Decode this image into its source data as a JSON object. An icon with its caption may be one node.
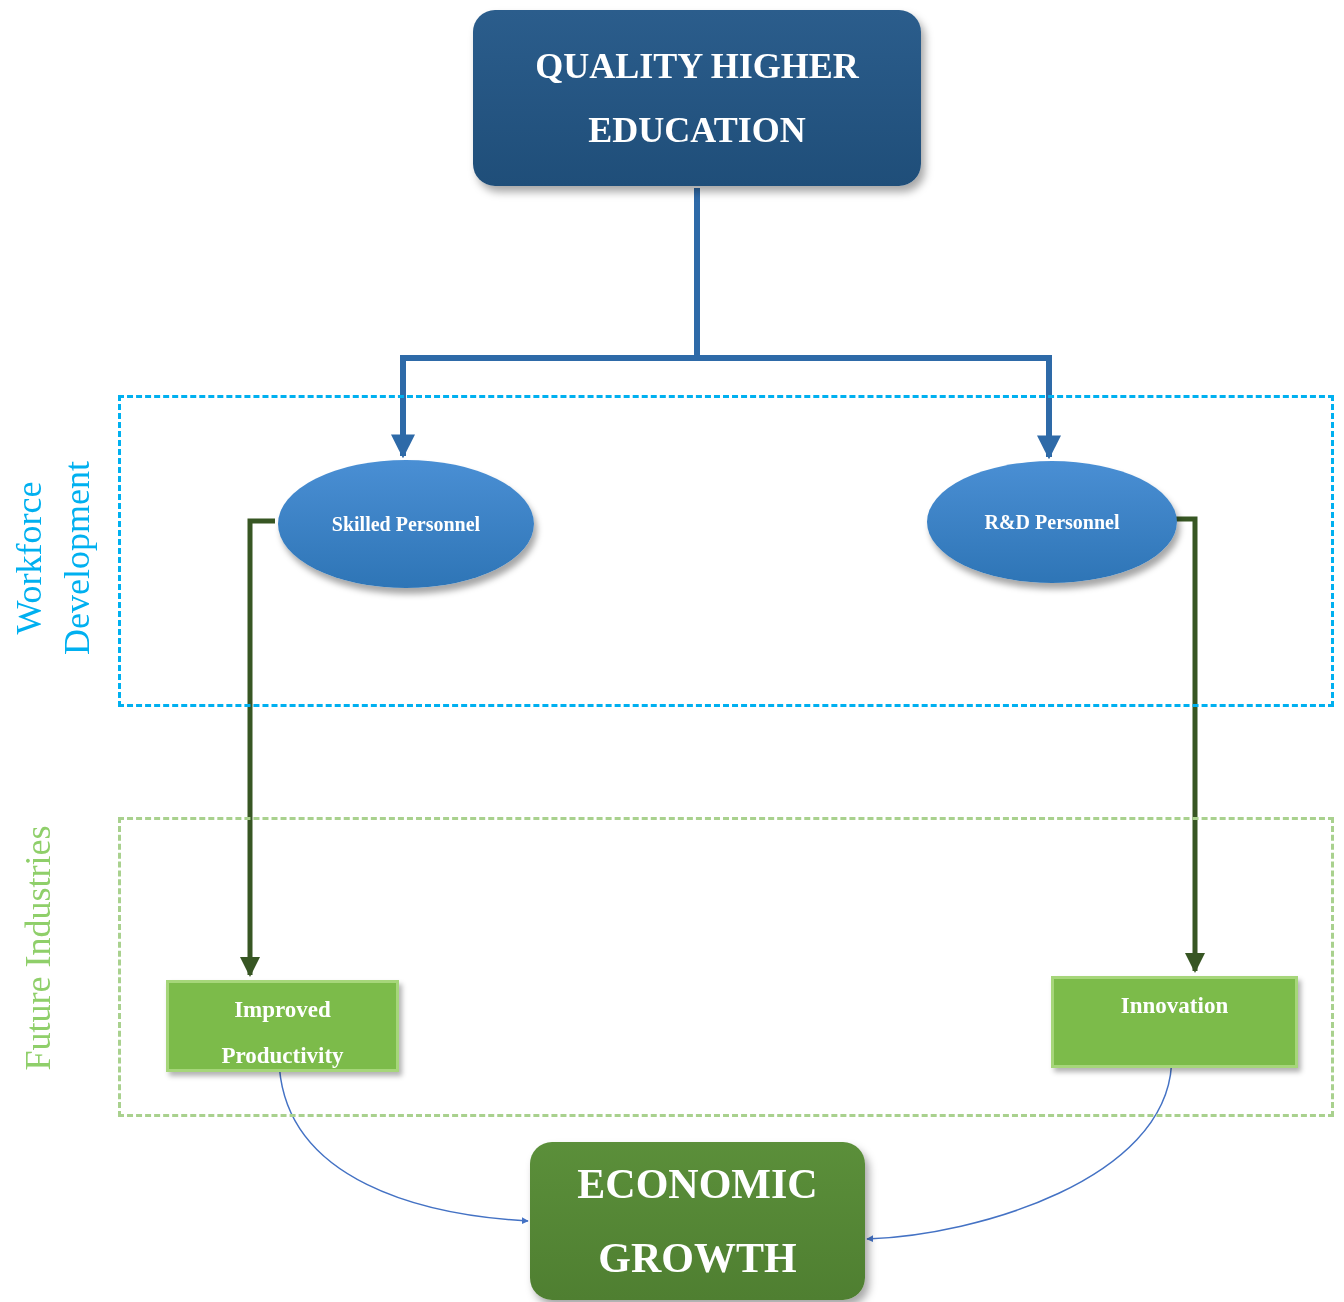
{
  "diagram": {
    "nodes": [
      {
        "text": [
          "QUALITY HIGHER EDUCATION"
        ]
      },
      {
        "text": [
          "Workforce Development"
        ]
      },
      {
        "text": [
          "Skilled Personnel"
        ],
        "in": 1
      },
      {
        "text": [
          "R&D Personnel"
        ],
        "in": 1
      },
      {
        "text": [
          "Future Industries"
        ]
      },
      {
        "text": [
          "Improved Productivity"
        ],
        "in": 4
      },
      {
        "text": [
          "Innovation"
        ],
        "in": 4
      },
      {
        "text": [
          "ECONOMIC GROWTH"
        ]
      }
    ],
    "edges": [
      {
        "from": 0,
        "to": 2,
        "arrow": "to",
        "color": "#2e6aa8"
      },
      {
        "from": 0,
        "to": 3,
        "arrow": "to",
        "color": "#2e6aa8"
      },
      {
        "from": 2,
        "to": 5,
        "arrow": "to",
        "color": "#375623"
      },
      {
        "from": 3,
        "to": 6,
        "arrow": "to",
        "color": "#375623"
      },
      {
        "from": 5,
        "to": 7,
        "arrow": "to",
        "color": "#4472c4"
      },
      {
        "from": 6,
        "to": 7,
        "arrow": "to",
        "color": "#4472c4"
      }
    ]
  }
}
